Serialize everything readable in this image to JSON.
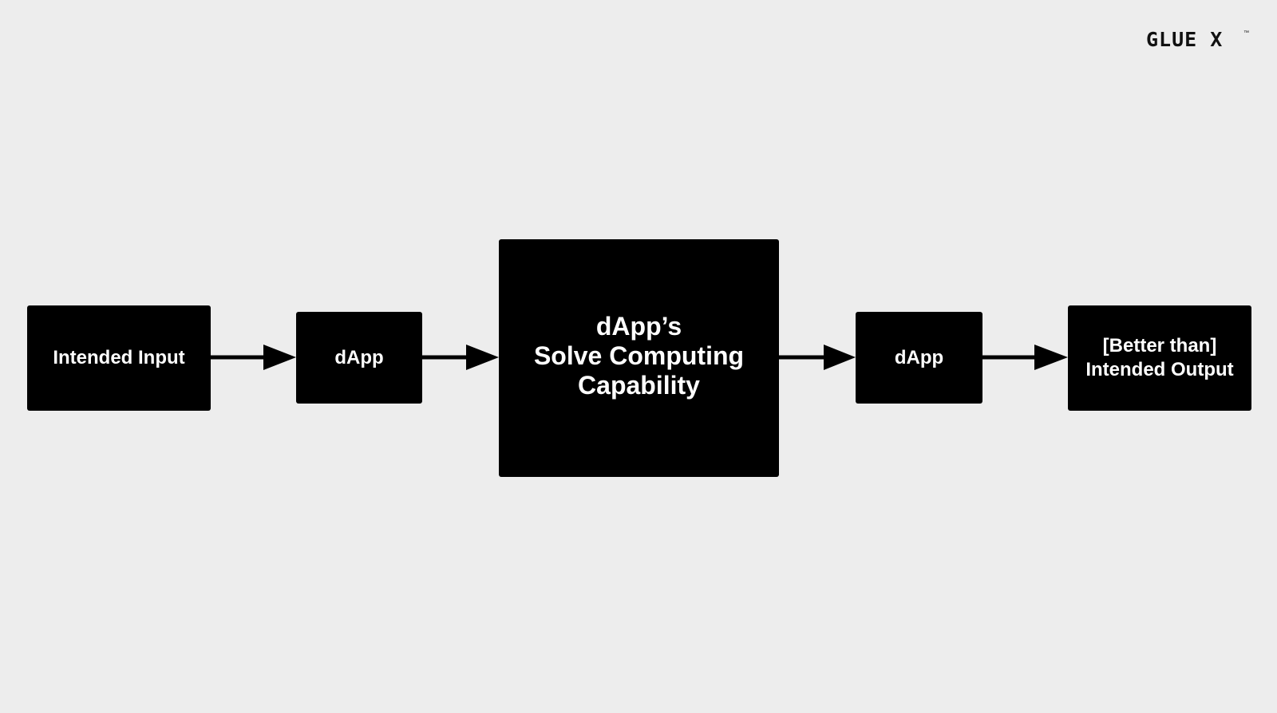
{
  "logo": {
    "text": "GLUE X",
    "trademark": "™"
  },
  "diagram": {
    "nodes": [
      {
        "id": "intended-input",
        "label": "Intended Input"
      },
      {
        "id": "dapp-left",
        "label": "dApp"
      },
      {
        "id": "core",
        "label": "dApp’s\nSolve Computing\nCapability"
      },
      {
        "id": "dapp-right",
        "label": "dApp"
      },
      {
        "id": "output",
        "label": "[Better than]\nIntended Output"
      }
    ],
    "edges": [
      {
        "from": "intended-input",
        "to": "dapp-left"
      },
      {
        "from": "dapp-left",
        "to": "core"
      },
      {
        "from": "core",
        "to": "dapp-right"
      },
      {
        "from": "dapp-right",
        "to": "output"
      }
    ]
  },
  "colors": {
    "background": "#ededed",
    "box": "#000000",
    "box_text": "#ffffff",
    "arrow": "#000000"
  }
}
